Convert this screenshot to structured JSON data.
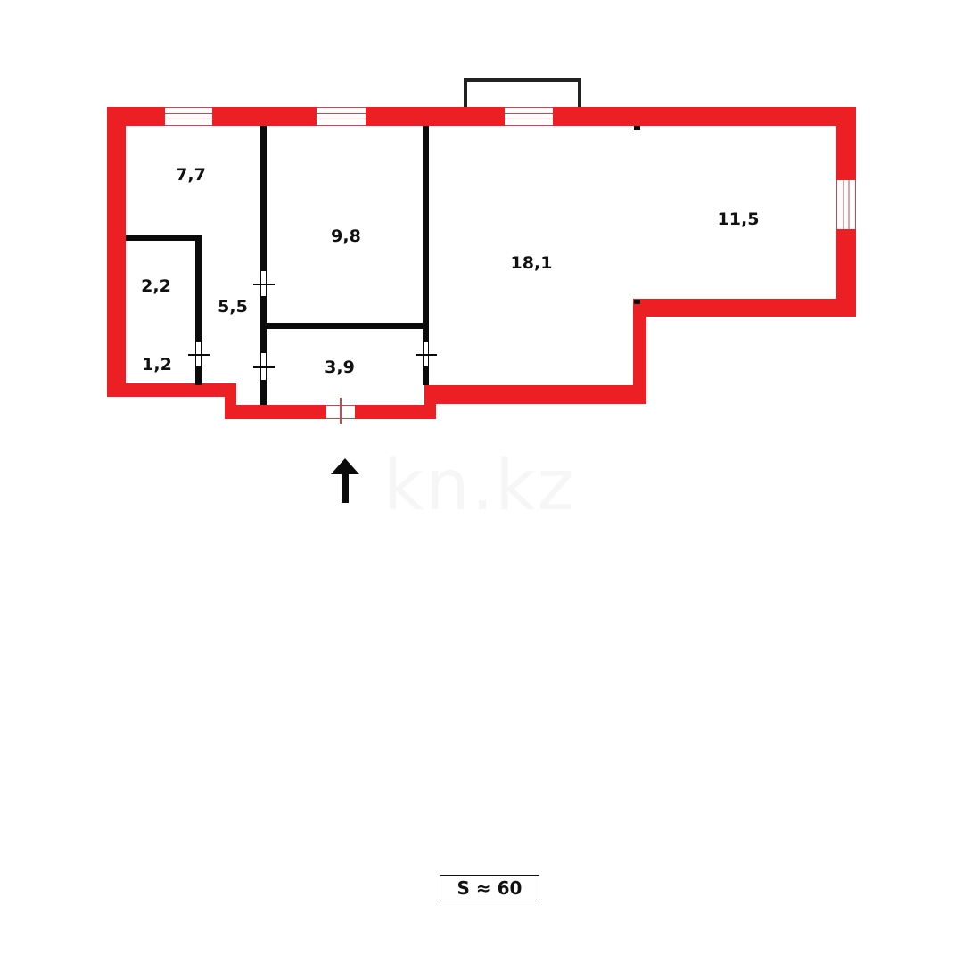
{
  "floor_plan": {
    "rooms": [
      {
        "id": "room-top-left",
        "area": "7,7"
      },
      {
        "id": "room-bedroom-center",
        "area": "9,8"
      },
      {
        "id": "room-living",
        "area": "18,1"
      },
      {
        "id": "room-right",
        "area": "11,5"
      },
      {
        "id": "room-bathroom",
        "area": "2,2"
      },
      {
        "id": "room-toilet",
        "area": "1,2"
      },
      {
        "id": "room-hall",
        "area": "5,5"
      },
      {
        "id": "room-kitchen-small",
        "area": "3,9"
      }
    ],
    "entrance_arrow": "↑",
    "watermark": "kn.kz",
    "total_area_label": "S ≈ 60",
    "colors": {
      "exterior_wall": "#ec2024",
      "interior_wall": "#0b0b0b",
      "background": "#ffffff"
    }
  }
}
